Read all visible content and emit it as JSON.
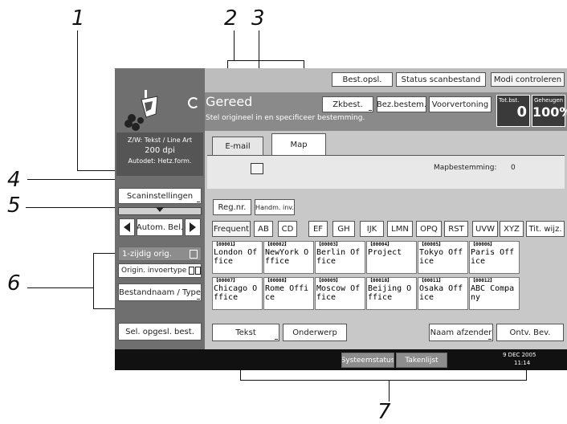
{
  "callouts": [
    "1",
    "2",
    "3",
    "4",
    "5",
    "6",
    "7"
  ],
  "top_buttons": {
    "best_opsl": "Best.opsl.",
    "status_scanbestand": "Status scanbestand",
    "modi_controleren": "Modi controleren"
  },
  "status": {
    "title": "Gereed",
    "message": "Stel origineel in en specificeer bestemming."
  },
  "header_buttons": {
    "zkbest": "Zkbest.",
    "bez_bestem": "Bez.bestem.",
    "voorvertoning": "Voorvertoning"
  },
  "counter": {
    "totbst_label": "Tot.bst.",
    "totbst_value": "0",
    "geheugen_label": "Geheugen",
    "geheugen_value": "100%"
  },
  "scan_info": {
    "mode": "Z/W: Tekst / Line Art",
    "dpi": "200 dpi",
    "autodet": "Autodet: Hetz.form."
  },
  "tabs": {
    "email": "E-mail",
    "map": "Map"
  },
  "map_destination": {
    "label": "Mapbestemming:",
    "value": "0"
  },
  "left_buttons": {
    "scaninstellingen": "Scaninstellingen",
    "autom_bel": "Autom. Bel.",
    "orig_type": "1-zijdig orig.",
    "orig_invoertype": "Origin. invoertype",
    "bestandsnaam": "Bestandnaam / Type",
    "sel_opgesl": "Sel. opgesl. best."
  },
  "reg_buttons": {
    "regnr": "Reg.nr.",
    "handm": "Handm. inv."
  },
  "index_tabs": [
    "Frequent",
    "AB",
    "CD",
    "EF",
    "GH",
    "IJK",
    "LMN",
    "OPQ",
    "RST",
    "UVW",
    "XYZ",
    "Tit. wijz."
  ],
  "destinations": [
    {
      "num": "【00001】",
      "name": "London Office"
    },
    {
      "num": "【00002】",
      "name": "NewYork Office"
    },
    {
      "num": "【00003】",
      "name": "Berlin Office"
    },
    {
      "num": "【00004】",
      "name": "Project"
    },
    {
      "num": "【00005】",
      "name": "Tokyo Office"
    },
    {
      "num": "【00006】",
      "name": "Paris Office"
    },
    {
      "num": "【00007】",
      "name": "Chicago Office"
    },
    {
      "num": "【00008】",
      "name": "Rome Office"
    },
    {
      "num": "【00009】",
      "name": "Moscow Office"
    },
    {
      "num": "【00010】",
      "name": "Beijing Office"
    },
    {
      "num": "【00011】",
      "name": "Osaka Office"
    },
    {
      "num": "【00012】",
      "name": "ABC Company"
    }
  ],
  "bottom_buttons": {
    "tekst": "Tekst",
    "onderwerp": "Onderwerp",
    "naam_afzender": "Naam afzender",
    "ontv_bev": "Ontv. Bev."
  },
  "footer": {
    "systeemstatus": "Systeemstatus",
    "takenlijst": "Takenlijst",
    "date": "9 DEC 2005",
    "time": "11:14"
  }
}
